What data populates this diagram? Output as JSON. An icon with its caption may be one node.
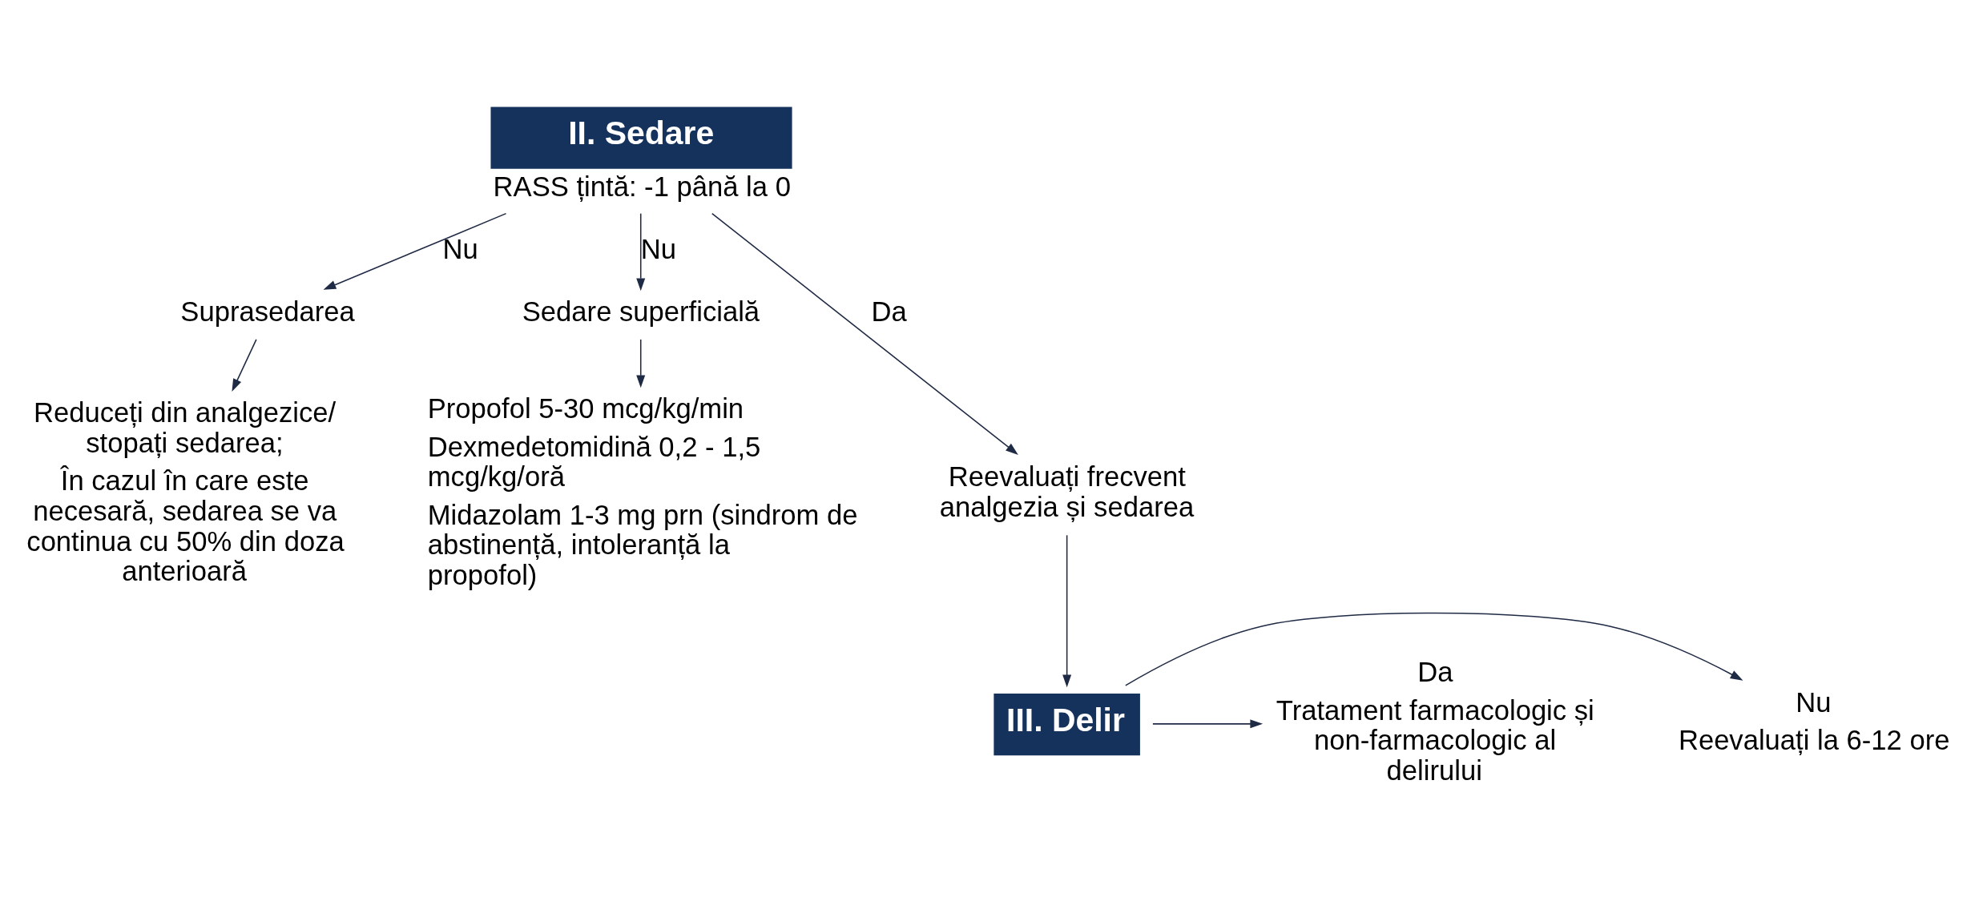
{
  "diagram": {
    "nodes": [
      {
        "text": [
          "II. Sedare",
          "RASS țintă: -1 până la 0"
        ]
      },
      {
        "text": [
          "Suprasedarea"
        ]
      },
      {
        "text": [
          "Reduceți din analgezice/ stopați sedarea;",
          "În cazul în care este necesară, sedarea se va continua cu 50% din doza anterioară"
        ]
      },
      {
        "text": [
          "Sedare superficială"
        ]
      },
      {
        "text": [
          "Propofol 5-30 mcg/kg/min",
          "Dexmedetomidină 0,2 - 1,5 mcg/kg/oră",
          "Midazolam 1-3 mg prn (sindrom de abstinență, intoleranță la propofol)"
        ]
      },
      {
        "text": [
          "Reevaluați frecvent analgezia și sedarea"
        ]
      },
      {
        "text": [
          "III. Delir"
        ]
      },
      {
        "text": [
          "Nu",
          "Reevaluați la 6-12 ore"
        ]
      },
      {
        "text": [
          "Da",
          "Tratament farmacologic și non-farmacologic al delirului"
        ]
      }
    ],
    "edges": [
      {
        "from": 0,
        "to": 1,
        "label": "Nu",
        "arrow": "to"
      },
      {
        "from": 0,
        "to": 3,
        "label": "Nu",
        "arrow": "to"
      },
      {
        "from": 1,
        "to": 2,
        "arrow": "to"
      },
      {
        "from": 3,
        "to": 4,
        "arrow": "to"
      },
      {
        "from": 0,
        "to": 5,
        "label": "Da",
        "arrow": "to"
      },
      {
        "from": 5,
        "to": 6,
        "arrow": "to"
      },
      {
        "from": 6,
        "to": 7,
        "arrow": "to"
      },
      {
        "from": 6,
        "to": 8,
        "arrow": "to"
      }
    ]
  }
}
